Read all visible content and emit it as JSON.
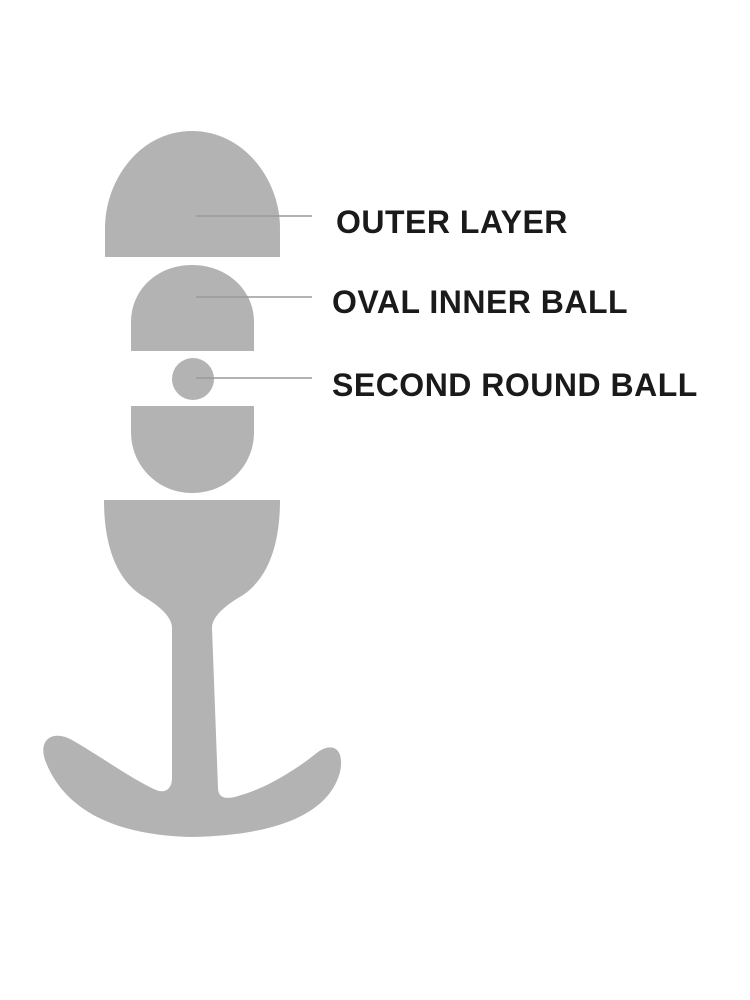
{
  "diagram": {
    "labels": {
      "outer_layer": "OUTER LAYER",
      "oval_inner_ball": "OVAL INNER BALL",
      "second_round_ball": "SECOND ROUND BALL"
    },
    "colors": {
      "shape_fill": "#b3b3b3",
      "leader_line": "#9a9a9a",
      "label_text": "#1a1a1a",
      "background": "#ffffff"
    }
  }
}
